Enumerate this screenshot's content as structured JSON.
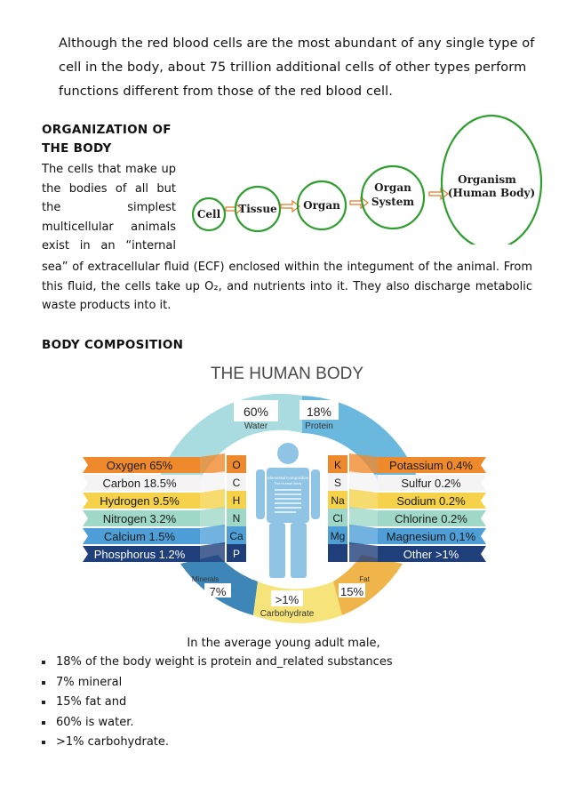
{
  "intro": {
    "lines": [
      "Although the red blood cells are the most abundant of any single type of",
      "cell in the body, about 75 trillion additional cells of other types perform",
      "functions different from those of the red blood cell."
    ]
  },
  "organization": {
    "heading_lines": [
      "ORGANIZATION OF",
      "THE BODY"
    ],
    "wrap_lines": [
      "The cells that make up",
      "the bodies of all but",
      "the simplest",
      "multicellular animals",
      "exist in an “internal"
    ],
    "full_lines": [
      "sea” of extracellular fluid (ECF) enclosed within the integument of the animal. From",
      "this fluid, the cells take up O₂, and nutrients into it. They also discharge metabolic",
      "waste products into it."
    ]
  },
  "hierarchy": {
    "levels": [
      "Cell",
      "Tissue",
      "Organ",
      "Organ System",
      "Organism (Human Body)"
    ],
    "level_lines": [
      [
        "Cell"
      ],
      [
        "Tissue"
      ],
      [
        "Organ"
      ],
      [
        "Organ",
        "System"
      ],
      [
        "Organism",
        "(Human Body)"
      ]
    ],
    "circle_color": "#2e9e2e",
    "arrow_color": "#e07a2a"
  },
  "composition": {
    "heading": "BODY COMPOSITION",
    "infographic_title": "THE HUMAN BODY",
    "inner_label": "Elemental Composition",
    "inner_sub": "The Human Body",
    "segments": [
      {
        "name": "Water",
        "percent": "60%",
        "color": "#a8dce0"
      },
      {
        "name": "Protein",
        "percent": "18%",
        "color": "#6bb8de"
      },
      {
        "name": "Minerals",
        "percent": "7%",
        "color": "#3f86b8"
      },
      {
        "name": "Carbohydrate",
        "percent": ">1%",
        "color": "#f6e47a"
      },
      {
        "name": "Fat",
        "percent": "15%",
        "color": "#f0b54a"
      }
    ],
    "left_elements": [
      {
        "label": "Oxygen 65%",
        "symbol": "O",
        "color": "#ef8a2c",
        "text": "#1a1a1a"
      },
      {
        "label": "Carbon 18.5%",
        "symbol": "C",
        "color": "#f4f4f4",
        "text": "#1a1a1a"
      },
      {
        "label": "Hydrogen 9.5%",
        "symbol": "H",
        "color": "#f5d24a",
        "text": "#1a1a1a"
      },
      {
        "label": "Nitrogen 3.2%",
        "symbol": "N",
        "color": "#9fd8c8",
        "text": "#1a1a1a"
      },
      {
        "label": "Calcium 1.5%",
        "symbol": "Ca",
        "color": "#4e9fd8",
        "text": "#1a1a1a"
      },
      {
        "label": "Phosphorus 1.2%",
        "symbol": "P",
        "color": "#1f3f7a",
        "text": "#ffffff"
      }
    ],
    "right_elements": [
      {
        "label": "Potassium 0.4%",
        "symbol": "K",
        "color": "#ef8a2c",
        "text": "#1a1a1a"
      },
      {
        "label": "Sulfur 0.2%",
        "symbol": "S",
        "color": "#f4f4f4",
        "text": "#1a1a1a"
      },
      {
        "label": "Sodium 0.2%",
        "symbol": "Na",
        "color": "#f5d24a",
        "text": "#1a1a1a"
      },
      {
        "label": "Chlorine 0.2%",
        "symbol": "Cl",
        "color": "#9fd8c8",
        "text": "#1a1a1a"
      },
      {
        "label": "Magnesium 0,1%",
        "symbol": "Mg",
        "color": "#4e9fd8",
        "text": "#1a1a1a"
      },
      {
        "label": "Other >1%",
        "symbol": "",
        "color": "#1f3f7a",
        "text": "#ffffff"
      }
    ],
    "caption": "In the average young adult male,",
    "bullets": [
      "18% of the body weight is protein and_related substances",
      "7% mineral",
      "15% fat and",
      "60% is water.",
      ">1% carbohydrate."
    ]
  }
}
